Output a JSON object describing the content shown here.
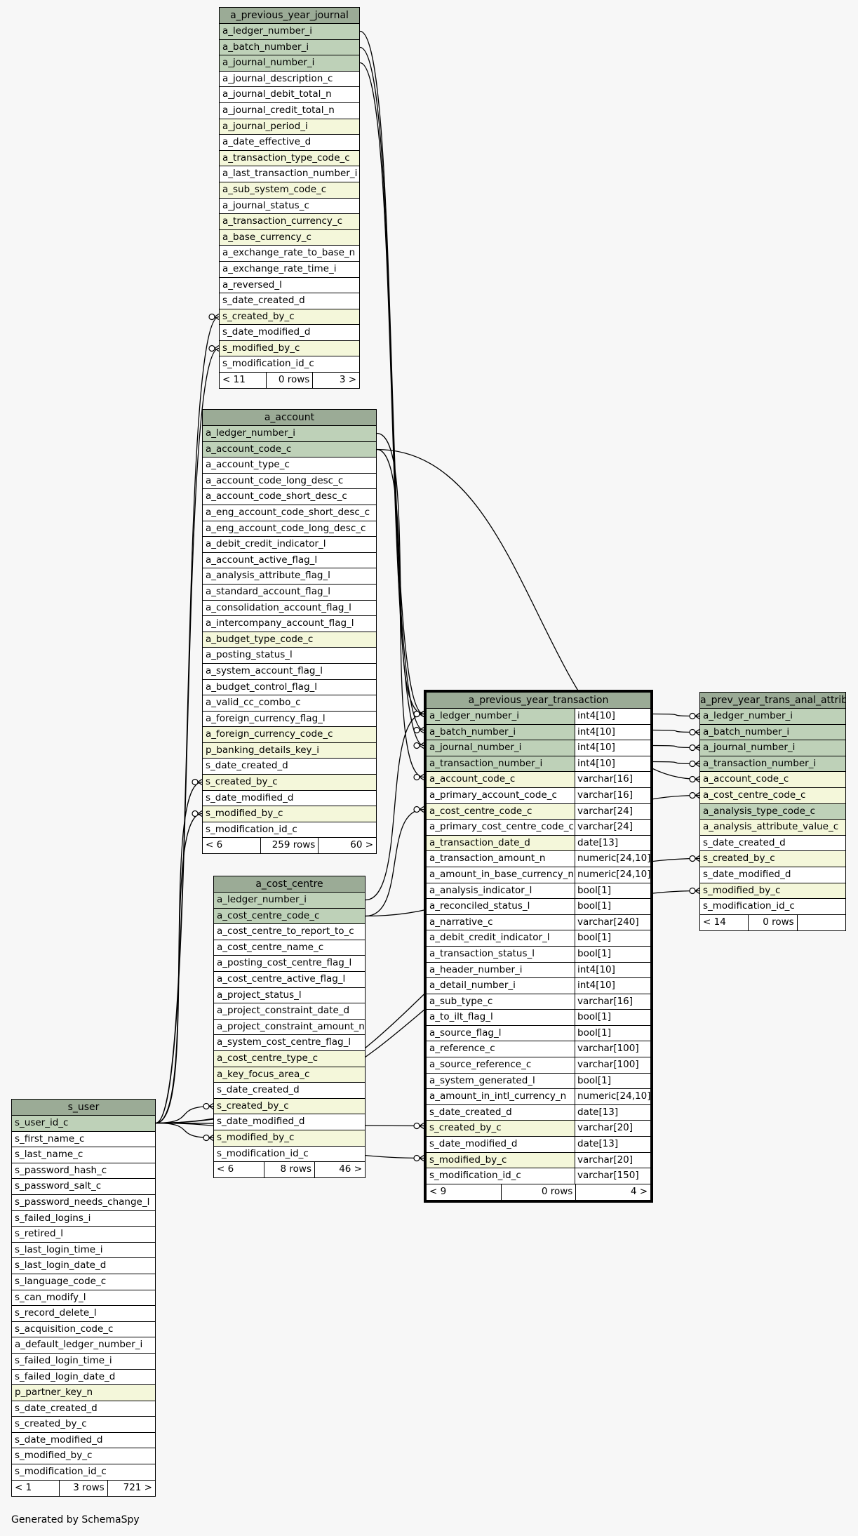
{
  "footer_text": "Generated by SchemaSpy",
  "colors": {
    "header": "#9bab96",
    "primary_key": "#bed1b8",
    "foreign_key": "#f4f7da",
    "column": "#ffffff",
    "background": "#f7f7f7"
  },
  "tables": [
    {
      "id": "a_previous_year_journal",
      "title": "a_previous_year_journal",
      "columns": [
        {
          "name": "a_ledger_number_i",
          "kind": "pk"
        },
        {
          "name": "a_batch_number_i",
          "kind": "pk"
        },
        {
          "name": "a_journal_number_i",
          "kind": "pk"
        },
        {
          "name": "a_journal_description_c",
          "kind": "plain"
        },
        {
          "name": "a_journal_debit_total_n",
          "kind": "plain"
        },
        {
          "name": "a_journal_credit_total_n",
          "kind": "plain"
        },
        {
          "name": "a_journal_period_i",
          "kind": "fk"
        },
        {
          "name": "a_date_effective_d",
          "kind": "plain"
        },
        {
          "name": "a_transaction_type_code_c",
          "kind": "fk"
        },
        {
          "name": "a_last_transaction_number_i",
          "kind": "plain"
        },
        {
          "name": "a_sub_system_code_c",
          "kind": "fk"
        },
        {
          "name": "a_journal_status_c",
          "kind": "plain"
        },
        {
          "name": "a_transaction_currency_c",
          "kind": "fk"
        },
        {
          "name": "a_base_currency_c",
          "kind": "fk"
        },
        {
          "name": "a_exchange_rate_to_base_n",
          "kind": "plain"
        },
        {
          "name": "a_exchange_rate_time_i",
          "kind": "plain"
        },
        {
          "name": "a_reversed_l",
          "kind": "plain"
        },
        {
          "name": "s_date_created_d",
          "kind": "plain"
        },
        {
          "name": "s_created_by_c",
          "kind": "fk"
        },
        {
          "name": "s_date_modified_d",
          "kind": "plain"
        },
        {
          "name": "s_modified_by_c",
          "kind": "fk"
        },
        {
          "name": "s_modification_id_c",
          "kind": "plain"
        }
      ],
      "footer": {
        "parents": "< 11",
        "rows": "0 rows",
        "children": "3 >"
      }
    },
    {
      "id": "a_account",
      "title": "a_account",
      "columns": [
        {
          "name": "a_ledger_number_i",
          "kind": "pk"
        },
        {
          "name": "a_account_code_c",
          "kind": "pk"
        },
        {
          "name": "a_account_type_c",
          "kind": "plain"
        },
        {
          "name": "a_account_code_long_desc_c",
          "kind": "plain"
        },
        {
          "name": "a_account_code_short_desc_c",
          "kind": "plain"
        },
        {
          "name": "a_eng_account_code_short_desc_c",
          "kind": "plain"
        },
        {
          "name": "a_eng_account_code_long_desc_c",
          "kind": "plain"
        },
        {
          "name": "a_debit_credit_indicator_l",
          "kind": "plain"
        },
        {
          "name": "a_account_active_flag_l",
          "kind": "plain"
        },
        {
          "name": "a_analysis_attribute_flag_l",
          "kind": "plain"
        },
        {
          "name": "a_standard_account_flag_l",
          "kind": "plain"
        },
        {
          "name": "a_consolidation_account_flag_l",
          "kind": "plain"
        },
        {
          "name": "a_intercompany_account_flag_l",
          "kind": "plain"
        },
        {
          "name": "a_budget_type_code_c",
          "kind": "fk"
        },
        {
          "name": "a_posting_status_l",
          "kind": "plain"
        },
        {
          "name": "a_system_account_flag_l",
          "kind": "plain"
        },
        {
          "name": "a_budget_control_flag_l",
          "kind": "plain"
        },
        {
          "name": "a_valid_cc_combo_c",
          "kind": "plain"
        },
        {
          "name": "a_foreign_currency_flag_l",
          "kind": "plain"
        },
        {
          "name": "a_foreign_currency_code_c",
          "kind": "fk"
        },
        {
          "name": "p_banking_details_key_i",
          "kind": "fk"
        },
        {
          "name": "s_date_created_d",
          "kind": "plain"
        },
        {
          "name": "s_created_by_c",
          "kind": "fk"
        },
        {
          "name": "s_date_modified_d",
          "kind": "plain"
        },
        {
          "name": "s_modified_by_c",
          "kind": "fk"
        },
        {
          "name": "s_modification_id_c",
          "kind": "plain"
        }
      ],
      "footer": {
        "parents": "< 6",
        "rows": "259 rows",
        "children": "60 >"
      }
    },
    {
      "id": "a_cost_centre",
      "title": "a_cost_centre",
      "columns": [
        {
          "name": "a_ledger_number_i",
          "kind": "pk"
        },
        {
          "name": "a_cost_centre_code_c",
          "kind": "pk"
        },
        {
          "name": "a_cost_centre_to_report_to_c",
          "kind": "plain"
        },
        {
          "name": "a_cost_centre_name_c",
          "kind": "plain"
        },
        {
          "name": "a_posting_cost_centre_flag_l",
          "kind": "plain"
        },
        {
          "name": "a_cost_centre_active_flag_l",
          "kind": "plain"
        },
        {
          "name": "a_project_status_l",
          "kind": "plain"
        },
        {
          "name": "a_project_constraint_date_d",
          "kind": "plain"
        },
        {
          "name": "a_project_constraint_amount_n",
          "kind": "plain"
        },
        {
          "name": "a_system_cost_centre_flag_l",
          "kind": "plain"
        },
        {
          "name": "a_cost_centre_type_c",
          "kind": "fk"
        },
        {
          "name": "a_key_focus_area_c",
          "kind": "fk"
        },
        {
          "name": "s_date_created_d",
          "kind": "plain"
        },
        {
          "name": "s_created_by_c",
          "kind": "fk"
        },
        {
          "name": "s_date_modified_d",
          "kind": "plain"
        },
        {
          "name": "s_modified_by_c",
          "kind": "fk"
        },
        {
          "name": "s_modification_id_c",
          "kind": "plain"
        }
      ],
      "footer": {
        "parents": "< 6",
        "rows": "8 rows",
        "children": "46 >"
      }
    },
    {
      "id": "s_user",
      "title": "s_user",
      "columns": [
        {
          "name": "s_user_id_c",
          "kind": "pk"
        },
        {
          "name": "s_first_name_c",
          "kind": "plain"
        },
        {
          "name": "s_last_name_c",
          "kind": "plain"
        },
        {
          "name": "s_password_hash_c",
          "kind": "plain"
        },
        {
          "name": "s_password_salt_c",
          "kind": "plain"
        },
        {
          "name": "s_password_needs_change_l",
          "kind": "plain"
        },
        {
          "name": "s_failed_logins_i",
          "kind": "plain"
        },
        {
          "name": "s_retired_l",
          "kind": "plain"
        },
        {
          "name": "s_last_login_time_i",
          "kind": "plain"
        },
        {
          "name": "s_last_login_date_d",
          "kind": "plain"
        },
        {
          "name": "s_language_code_c",
          "kind": "plain"
        },
        {
          "name": "s_can_modify_l",
          "kind": "plain"
        },
        {
          "name": "s_record_delete_l",
          "kind": "plain"
        },
        {
          "name": "s_acquisition_code_c",
          "kind": "plain"
        },
        {
          "name": "a_default_ledger_number_i",
          "kind": "plain"
        },
        {
          "name": "s_failed_login_time_i",
          "kind": "plain"
        },
        {
          "name": "s_failed_login_date_d",
          "kind": "plain"
        },
        {
          "name": "p_partner_key_n",
          "kind": "fk"
        },
        {
          "name": "s_date_created_d",
          "kind": "plain"
        },
        {
          "name": "s_created_by_c",
          "kind": "plain"
        },
        {
          "name": "s_date_modified_d",
          "kind": "plain"
        },
        {
          "name": "s_modified_by_c",
          "kind": "plain"
        },
        {
          "name": "s_modification_id_c",
          "kind": "plain"
        }
      ],
      "footer": {
        "parents": "< 1",
        "rows": "3 rows",
        "children": "721 >"
      }
    },
    {
      "id": "a_previous_year_transaction",
      "title": "a_previous_year_transaction",
      "columns": [
        {
          "name": "a_ledger_number_i",
          "type": "int4[10]",
          "kind": "pk"
        },
        {
          "name": "a_batch_number_i",
          "type": "int4[10]",
          "kind": "pk"
        },
        {
          "name": "a_journal_number_i",
          "type": "int4[10]",
          "kind": "pk"
        },
        {
          "name": "a_transaction_number_i",
          "type": "int4[10]",
          "kind": "pk"
        },
        {
          "name": "a_account_code_c",
          "type": "varchar[16]",
          "kind": "fk"
        },
        {
          "name": "a_primary_account_code_c",
          "type": "varchar[16]",
          "kind": "plain"
        },
        {
          "name": "a_cost_centre_code_c",
          "type": "varchar[24]",
          "kind": "fk"
        },
        {
          "name": "a_primary_cost_centre_code_c",
          "type": "varchar[24]",
          "kind": "plain"
        },
        {
          "name": "a_transaction_date_d",
          "type": "date[13]",
          "kind": "fk"
        },
        {
          "name": "a_transaction_amount_n",
          "type": "numeric[24,10]",
          "kind": "plain"
        },
        {
          "name": "a_amount_in_base_currency_n",
          "type": "numeric[24,10]",
          "kind": "plain"
        },
        {
          "name": "a_analysis_indicator_l",
          "type": "bool[1]",
          "kind": "plain"
        },
        {
          "name": "a_reconciled_status_l",
          "type": "bool[1]",
          "kind": "plain"
        },
        {
          "name": "a_narrative_c",
          "type": "varchar[240]",
          "kind": "plain"
        },
        {
          "name": "a_debit_credit_indicator_l",
          "type": "bool[1]",
          "kind": "plain"
        },
        {
          "name": "a_transaction_status_l",
          "type": "bool[1]",
          "kind": "plain"
        },
        {
          "name": "a_header_number_i",
          "type": "int4[10]",
          "kind": "plain"
        },
        {
          "name": "a_detail_number_i",
          "type": "int4[10]",
          "kind": "plain"
        },
        {
          "name": "a_sub_type_c",
          "type": "varchar[16]",
          "kind": "plain"
        },
        {
          "name": "a_to_ilt_flag_l",
          "type": "bool[1]",
          "kind": "plain"
        },
        {
          "name": "a_source_flag_l",
          "type": "bool[1]",
          "kind": "plain"
        },
        {
          "name": "a_reference_c",
          "type": "varchar[100]",
          "kind": "plain"
        },
        {
          "name": "a_source_reference_c",
          "type": "varchar[100]",
          "kind": "plain"
        },
        {
          "name": "a_system_generated_l",
          "type": "bool[1]",
          "kind": "plain"
        },
        {
          "name": "a_amount_in_intl_currency_n",
          "type": "numeric[24,10]",
          "kind": "plain"
        },
        {
          "name": "s_date_created_d",
          "type": "date[13]",
          "kind": "plain"
        },
        {
          "name": "s_created_by_c",
          "type": "varchar[20]",
          "kind": "fk"
        },
        {
          "name": "s_date_modified_d",
          "type": "date[13]",
          "kind": "plain"
        },
        {
          "name": "s_modified_by_c",
          "type": "varchar[20]",
          "kind": "fk"
        },
        {
          "name": "s_modification_id_c",
          "type": "varchar[150]",
          "kind": "plain"
        }
      ],
      "footer": {
        "parents": "< 9",
        "rows": "0 rows",
        "children": "4 >"
      }
    },
    {
      "id": "a_prev_year_trans_anal_attrib",
      "title": "a_prev_year_trans_anal_attrib",
      "columns": [
        {
          "name": "a_ledger_number_i",
          "kind": "pk"
        },
        {
          "name": "a_batch_number_i",
          "kind": "pk"
        },
        {
          "name": "a_journal_number_i",
          "kind": "pk"
        },
        {
          "name": "a_transaction_number_i",
          "kind": "pk"
        },
        {
          "name": "a_account_code_c",
          "kind": "fk"
        },
        {
          "name": "a_cost_centre_code_c",
          "kind": "fk"
        },
        {
          "name": "a_analysis_type_code_c",
          "kind": "pk"
        },
        {
          "name": "a_analysis_attribute_value_c",
          "kind": "fk"
        },
        {
          "name": "s_date_created_d",
          "kind": "plain"
        },
        {
          "name": "s_created_by_c",
          "kind": "fk"
        },
        {
          "name": "s_date_modified_d",
          "kind": "plain"
        },
        {
          "name": "s_modified_by_c",
          "kind": "fk"
        },
        {
          "name": "s_modification_id_c",
          "kind": "plain"
        }
      ],
      "footer": {
        "parents": "< 14",
        "rows": "0 rows",
        "children": ""
      }
    }
  ],
  "relationships": [
    {
      "from": "a_previous_year_journal.a_ledger_number_i",
      "to": "a_previous_year_transaction.a_ledger_number_i"
    },
    {
      "from": "a_previous_year_journal.a_batch_number_i",
      "to": "a_previous_year_transaction.a_batch_number_i"
    },
    {
      "from": "a_previous_year_journal.a_journal_number_i",
      "to": "a_previous_year_transaction.a_journal_number_i"
    },
    {
      "from": "a_account.a_ledger_number_i",
      "to": "a_previous_year_transaction.a_ledger_number_i"
    },
    {
      "from": "a_account.a_account_code_c",
      "to": "a_previous_year_transaction.a_account_code_c"
    },
    {
      "from": "a_cost_centre.a_ledger_number_i",
      "to": "a_previous_year_transaction.a_ledger_number_i"
    },
    {
      "from": "a_cost_centre.a_cost_centre_code_c",
      "to": "a_previous_year_transaction.a_cost_centre_code_c"
    },
    {
      "from": "s_user.s_user_id_c",
      "to": "a_previous_year_journal.s_created_by_c"
    },
    {
      "from": "s_user.s_user_id_c",
      "to": "a_previous_year_journal.s_modified_by_c"
    },
    {
      "from": "s_user.s_user_id_c",
      "to": "a_account.s_created_by_c"
    },
    {
      "from": "s_user.s_user_id_c",
      "to": "a_account.s_modified_by_c"
    },
    {
      "from": "s_user.s_user_id_c",
      "to": "a_cost_centre.s_created_by_c"
    },
    {
      "from": "s_user.s_user_id_c",
      "to": "a_cost_centre.s_modified_by_c"
    },
    {
      "from": "s_user.s_user_id_c",
      "to": "a_previous_year_transaction.s_created_by_c"
    },
    {
      "from": "s_user.s_user_id_c",
      "to": "a_previous_year_transaction.s_modified_by_c"
    },
    {
      "from": "s_user.s_user_id_c",
      "to": "a_prev_year_trans_anal_attrib.s_created_by_c"
    },
    {
      "from": "s_user.s_user_id_c",
      "to": "a_prev_year_trans_anal_attrib.s_modified_by_c"
    },
    {
      "from": "a_previous_year_transaction.a_ledger_number_i",
      "to": "a_prev_year_trans_anal_attrib.a_ledger_number_i"
    },
    {
      "from": "a_previous_year_transaction.a_batch_number_i",
      "to": "a_prev_year_trans_anal_attrib.a_batch_number_i"
    },
    {
      "from": "a_previous_year_transaction.a_journal_number_i",
      "to": "a_prev_year_trans_anal_attrib.a_journal_number_i"
    },
    {
      "from": "a_previous_year_transaction.a_transaction_number_i",
      "to": "a_prev_year_trans_anal_attrib.a_transaction_number_i"
    },
    {
      "from": "a_account.a_account_code_c",
      "to": "a_prev_year_trans_anal_attrib.a_account_code_c"
    },
    {
      "from": "a_cost_centre.a_cost_centre_code_c",
      "to": "a_prev_year_trans_anal_attrib.a_cost_centre_code_c"
    }
  ]
}
